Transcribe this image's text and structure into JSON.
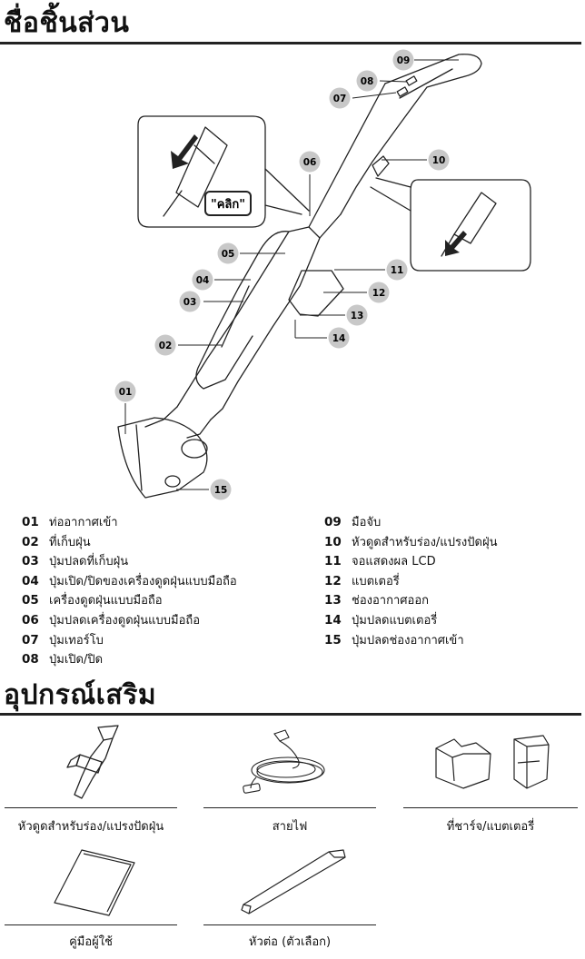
{
  "sections": {
    "parts_title": "ชื่อชิ้นส่วน",
    "accessories_title": "อุปกรณ์เสริม"
  },
  "diagram": {
    "callout_click": "\"คลิก\"",
    "markers": [
      "01",
      "02",
      "03",
      "04",
      "05",
      "06",
      "07",
      "08",
      "09",
      "10",
      "11",
      "12",
      "13",
      "14",
      "15"
    ]
  },
  "parts": [
    {
      "num": "01",
      "label": "ท่ออากาศเข้า"
    },
    {
      "num": "02",
      "label": "ที่เก็บฝุ่น"
    },
    {
      "num": "03",
      "label": "ปุ่มปลดที่เก็บฝุ่น"
    },
    {
      "num": "04",
      "label": "ปุ่มเปิด/ปิดของเครื่องดูดฝุ่นแบบมือถือ"
    },
    {
      "num": "05",
      "label": "เครื่องดูดฝุ่นแบบมือถือ"
    },
    {
      "num": "06",
      "label": "ปุ่มปลดเครื่องดูดฝุ่นแบบมือถือ"
    },
    {
      "num": "07",
      "label": "ปุ่มเทอร์โบ"
    },
    {
      "num": "08",
      "label": "ปุ่มเปิด/ปิด"
    },
    {
      "num": "09",
      "label": "มือจับ"
    },
    {
      "num": "10",
      "label": "หัวดูดสำหรับร่อง/แปรงปัดฝุ่น"
    },
    {
      "num": "11",
      "label": "จอแสดงผล LCD"
    },
    {
      "num": "12",
      "label": "แบตเตอรี่"
    },
    {
      "num": "13",
      "label": "ช่องอากาศออก"
    },
    {
      "num": "14",
      "label": "ปุ่มปลดแบตเตอรี่"
    },
    {
      "num": "15",
      "label": "ปุ่มปลดช่องอากาศเข้า"
    }
  ],
  "accessories": [
    {
      "label": "หัวดูดสำหรับร่อง/แปรงปัดฝุ่น"
    },
    {
      "label": "สายไฟ"
    },
    {
      "label": "ที่ชาร์จ/แบตเตอรี่"
    },
    {
      "label": "คู่มือผู้ใช้"
    },
    {
      "label": "หัวต่อ (ตัวเลือก)"
    }
  ]
}
